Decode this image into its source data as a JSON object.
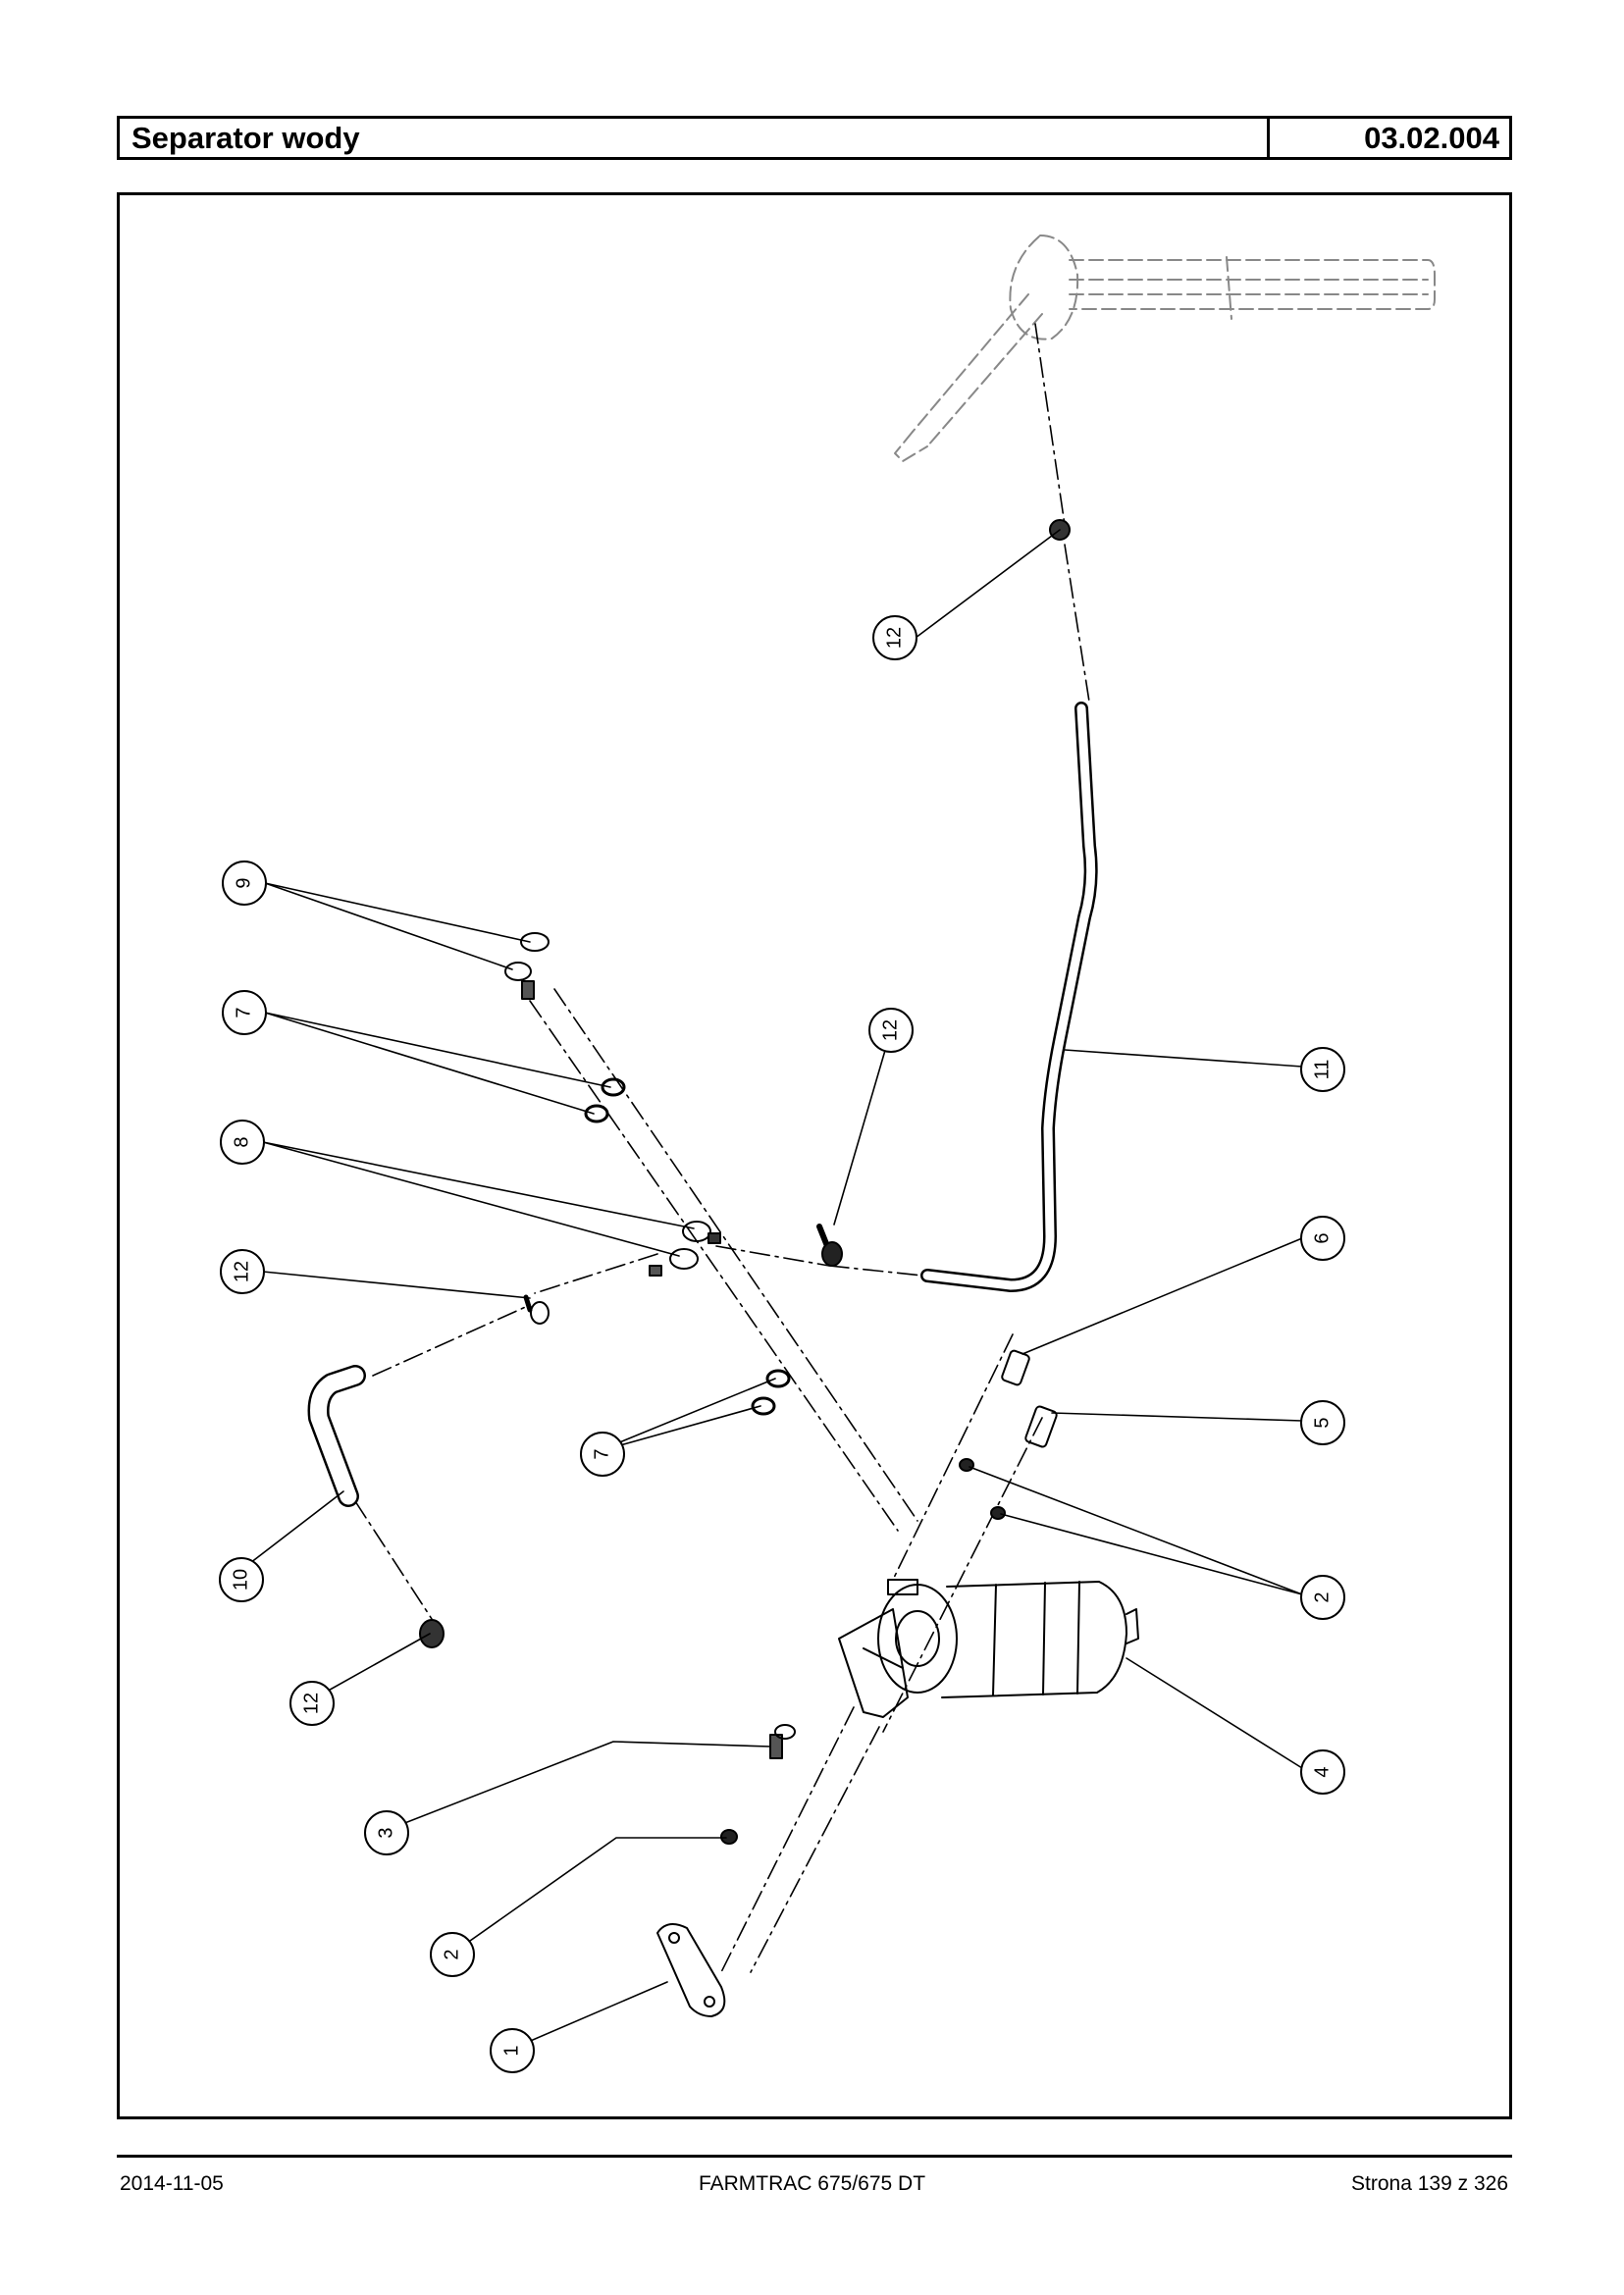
{
  "header": {
    "title": "Separator wody",
    "code": "03.02.004"
  },
  "callouts": [
    {
      "id": "c12-top",
      "label": "12"
    },
    {
      "id": "c9",
      "label": "9"
    },
    {
      "id": "c7-upper",
      "label": "7"
    },
    {
      "id": "c8",
      "label": "8"
    },
    {
      "id": "c12-mid-left",
      "label": "12"
    },
    {
      "id": "c12-mid",
      "label": "12"
    },
    {
      "id": "c11",
      "label": "11"
    },
    {
      "id": "c6",
      "label": "6"
    },
    {
      "id": "c5",
      "label": "5"
    },
    {
      "id": "c7-lower",
      "label": "7"
    },
    {
      "id": "c10",
      "label": "10"
    },
    {
      "id": "c2-right",
      "label": "2"
    },
    {
      "id": "c12-bottom",
      "label": "12"
    },
    {
      "id": "c4",
      "label": "4"
    },
    {
      "id": "c3",
      "label": "3"
    },
    {
      "id": "c2-left",
      "label": "2"
    },
    {
      "id": "c1",
      "label": "1"
    }
  ],
  "footer": {
    "date": "2014-11-05",
    "model": "FARMTRAC 675/675 DT",
    "page": "Strona 139 z 326"
  }
}
